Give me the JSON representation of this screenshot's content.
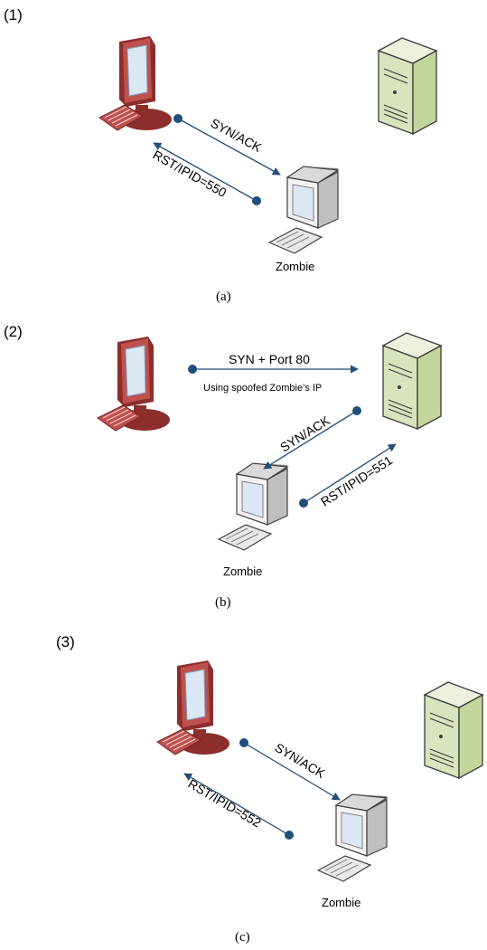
{
  "panels": [
    {
      "number": "(1)",
      "caption": "(a)",
      "zombie_label": "Zombie",
      "arrows": [
        {
          "label": "SYN/ACK"
        },
        {
          "label": "RST/IPID=550"
        }
      ]
    },
    {
      "number": "(2)",
      "caption": "(b)",
      "zombie_label": "Zombie",
      "arrows": [
        {
          "label": "SYN + Port 80",
          "note": "Using spoofed Zombie’s IP"
        },
        {
          "label": "SYN/ACK"
        },
        {
          "label": "RST/IPID=551"
        }
      ]
    },
    {
      "number": "(3)",
      "caption": "(c)",
      "zombie_label": "Zombie",
      "arrows": [
        {
          "label": "SYN/ACK"
        },
        {
          "label": "RST/IPID=552"
        }
      ]
    }
  ],
  "icons": {
    "attacker": "attacker-computer-icon",
    "zombie": "zombie-computer-icon",
    "target": "target-server-icon",
    "keyboard": "keyboard-icon"
  },
  "colors": {
    "attacker_red": "#c0504d",
    "attacker_dark": "#8b2e2c",
    "zombie_gray": "#e8e8e8",
    "server_green": "#d7e4bd",
    "arrow_blue": "#1f4e79",
    "screen_blue": "#dbe7f3"
  }
}
